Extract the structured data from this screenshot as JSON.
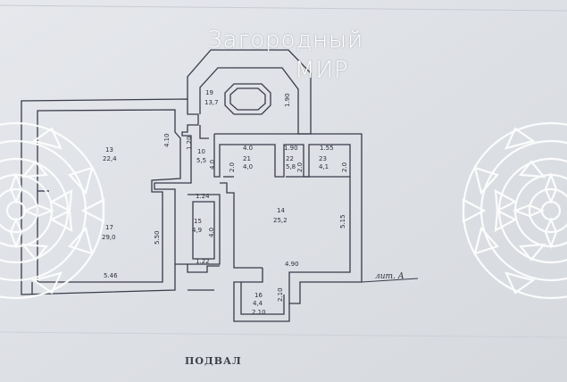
{
  "watermark": {
    "line1": "Загородный",
    "line2": "МИР"
  },
  "caption": "ПОДВАЛ",
  "rooms": {
    "r19": {
      "num": "19",
      "area": "13,7"
    },
    "r13": {
      "num": "13",
      "area": "22,4"
    },
    "r10": {
      "num": "10",
      "area": "5,5"
    },
    "r21": {
      "num": "21",
      "area": "4,0"
    },
    "r22": {
      "num": "22",
      "area": "5,8"
    },
    "r23": {
      "num": "23",
      "area": "4,1"
    },
    "r17": {
      "num": "17",
      "area": "29,0"
    },
    "r15": {
      "num": "15",
      "area": "4,9"
    },
    "r14": {
      "num": "14",
      "area": "25,2"
    },
    "r16": {
      "num": "16",
      "area": "4,4"
    }
  },
  "dims": {
    "d410a": "4.10",
    "d120": "1.20",
    "d190": "1.90",
    "d40a": "4.0",
    "d190b": "1.90",
    "d155": "1.55",
    "d20a": "2.0",
    "d20b": "2.0",
    "d20c": "2.0",
    "d40v": "4.0",
    "d124": "1.24",
    "d550": "5.50",
    "d40b": "4.0",
    "d515": "5.15",
    "d122": "1.22",
    "d546": "5.46",
    "d490": "4.90",
    "d210": "2.10",
    "d210b": "2.10"
  },
  "note": "лит. А"
}
